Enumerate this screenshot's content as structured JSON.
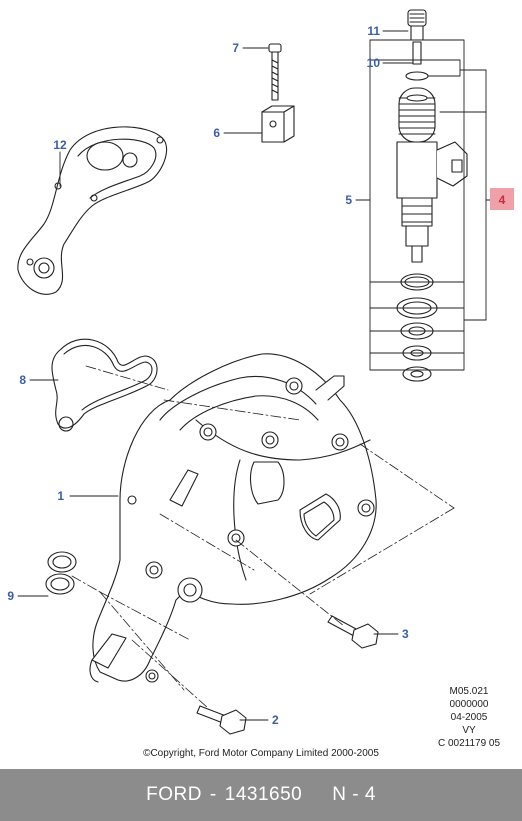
{
  "callouts": {
    "c1": "1",
    "c2": "2",
    "c3": "3",
    "c4": "4",
    "c5": "5",
    "c6": "6",
    "c7": "7",
    "c8": "8",
    "c9": "9",
    "c10": "10",
    "c11": "11",
    "c12": "12"
  },
  "colors": {
    "callout": "#3b5ea8",
    "highlight_box": "#f0a0a8",
    "highlight_text": "#c0303a",
    "footer_bg": "#8c8c8c"
  },
  "reference": {
    "line1": "M05.021",
    "line2": "0000000",
    "line3": "04-2005",
    "line4": "VY",
    "line5": "C 0021179 05"
  },
  "copyright": "©Copyright, Ford Motor Company Limited 2000-2005",
  "footer": {
    "brand": "FORD",
    "sep1": "-",
    "part_number": "1431650",
    "position": "N - 4"
  }
}
